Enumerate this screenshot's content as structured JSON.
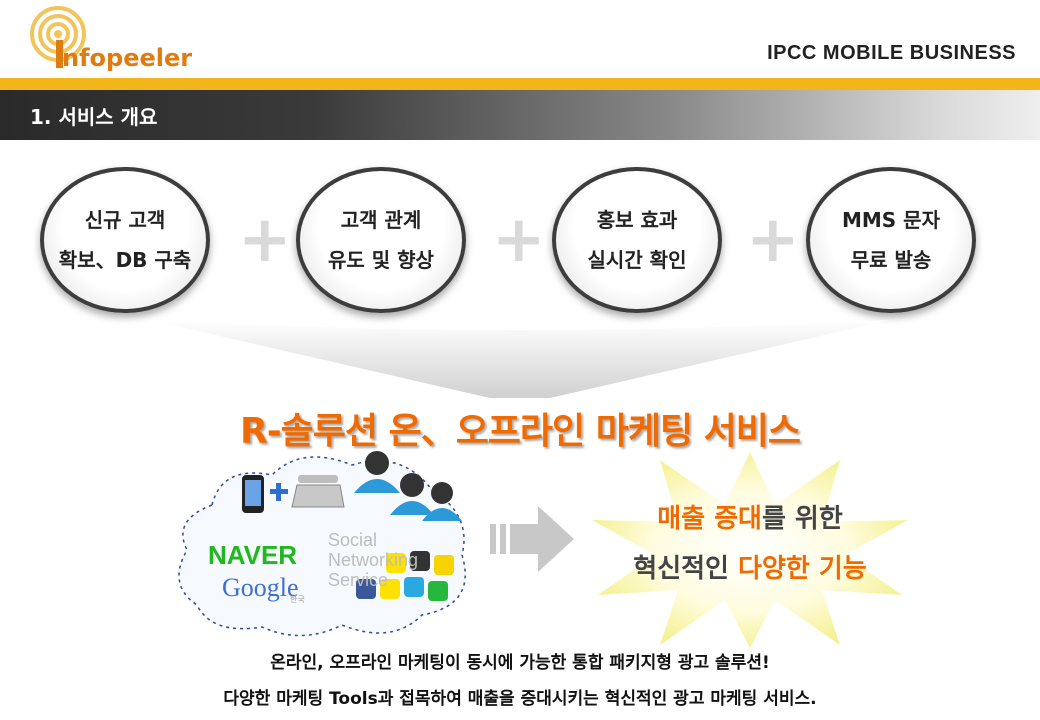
{
  "header": {
    "logo_text": "nfopeeler",
    "title": "IPCC MOBILE BUSINESS"
  },
  "section": {
    "title": "1. 서비스 개요"
  },
  "features": [
    {
      "line1": "신규 고객",
      "line2": "확보、DB 구축"
    },
    {
      "line1": "고객 관계",
      "line2": "유도 및 향상"
    },
    {
      "line1": "홍보 효과",
      "line2": "실시간 확인"
    },
    {
      "line1": "MMS 문자",
      "line2": "무료 발송"
    }
  ],
  "plus_symbol": "+",
  "main_title": "R-솔루션 온、오프라인 마케팅 서비스",
  "cloud": {
    "naver": "NAVER",
    "google": "Google",
    "google_sub": "한국",
    "social_line1": "Social",
    "social_line2": "Networking",
    "social_line3": "Service"
  },
  "benefit": {
    "line1_part1": "매출 증대",
    "line1_part2": "를 위한",
    "line2_part1": "혁신적인 ",
    "line2_part2": "다양한 기능"
  },
  "description": {
    "line1": "온라인, 오프라인 마케팅이 동시에 가능한 통합 패키지형 광고 솔루션!",
    "line2": "다양한 마케팅 Tools과 접목하여 매출을 증대시키는 혁신적인 광고 마케팅 서비스."
  },
  "colors": {
    "accent_orange": "#f06a00",
    "gold_bar": "#f2b61a",
    "naver_green": "#1fb81f",
    "google_blue": "#3b6fd1"
  }
}
